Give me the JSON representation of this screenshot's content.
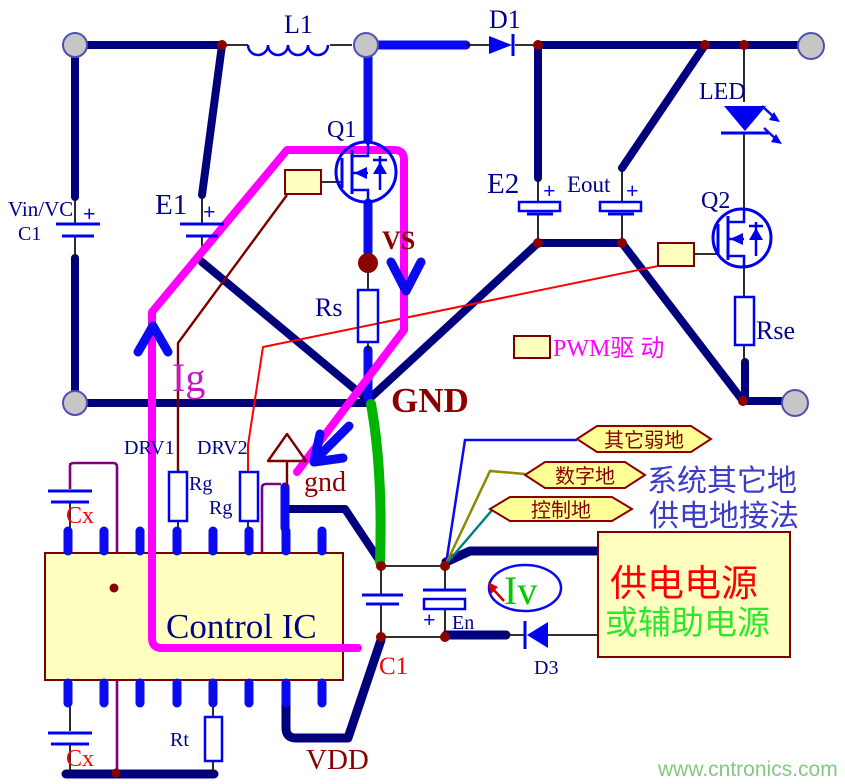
{
  "schematic": {
    "components": {
      "l1": "L1",
      "d1": "D1",
      "led": "LED",
      "q1": "Q1",
      "q2": "Q2",
      "e1": "E1",
      "e2": "E2",
      "eout": "Eout",
      "vin": "Vin/VC",
      "c1_input": "C1",
      "rs": "Rs",
      "rse": "Rse",
      "rg1": "Rg",
      "rg2": "Rg",
      "cx_top": "Cx",
      "cx_bottom": "Cx",
      "control_ic": "Control IC",
      "rt": "Rt",
      "c1_vdd": "C1",
      "en": "En",
      "d3": "D3",
      "plus": "+"
    },
    "nets": {
      "vs": "VS",
      "gnd_power": "GND",
      "gnd_ic": "gnd",
      "vdd": "VDD",
      "drv1": "DRV1",
      "drv2": "DRV2"
    },
    "currents": {
      "ig": "Ig",
      "iv": "Iv"
    },
    "legend": {
      "pwm_drive": "PWM驱 动"
    },
    "ground_tags": [
      {
        "label": "其它弱地"
      },
      {
        "label": "数字地"
      },
      {
        "label": "控制地"
      }
    ],
    "notes": {
      "line1": "系统其它地",
      "line2": "供电地接法"
    },
    "supply_box": {
      "line1": "供电电源",
      "line2": "或辅助电源"
    },
    "watermark": "www.cntronics.com",
    "colors": {
      "bus_wire": "#00007d",
      "component_blue": "#0000f0",
      "loop_magenta": "#ff00ff",
      "ground_green": "#00b400",
      "analog_purple": "#7d007d",
      "drive1_maroon": "#7d0000",
      "drive2_red": "#ff0000",
      "digital_olive": "#8b8b00",
      "control_teal": "#008080",
      "box_fill": "#ffffc0",
      "dark_red_text": "#8b0000",
      "supply_red": "#ff0000",
      "supply_green": "#2ee62e"
    }
  }
}
